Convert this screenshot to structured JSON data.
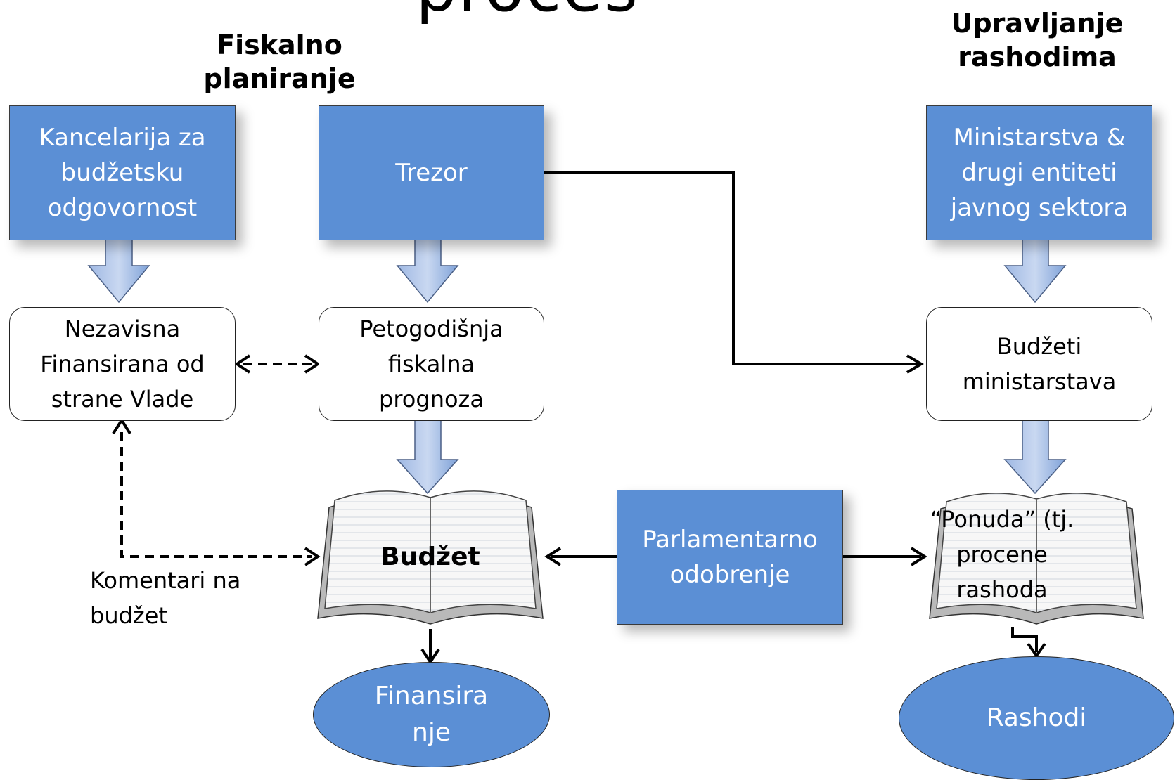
{
  "title_fragment": "proces",
  "headings": {
    "fiscal_planning": "Fiskalno\nplaniranje",
    "expenditure_management": "Upravljanje\nrashodima"
  },
  "nodes": {
    "budget_office": "Kancelarija za\nbudžetsku\nodgovornost",
    "treasury": "Trezor",
    "ministries": "Ministarstva &\ndrugi entiteti\njavnog sektora",
    "independent": "Nezavisna\nFinansirana od\nstrane Vlade",
    "forecast": "Petogodišnja\nfiskalna\nprognoza",
    "ministry_budgets": "Budžeti\nministarstava",
    "budget": "Budžet",
    "parliament": "Parlamentarno\nodobrenje",
    "offer": "“Ponuda” (tj.\nprocene\nrashoda",
    "financing": "Finansira\nnje",
    "expenditures": "Rashodi",
    "comments": "Komentari na\nbudžet"
  },
  "colors": {
    "box_blue": "#5B8FD5",
    "arrow_fill_top": "#B9CCEB",
    "arrow_fill_bottom": "#6F95D3",
    "connector": "#000000"
  }
}
